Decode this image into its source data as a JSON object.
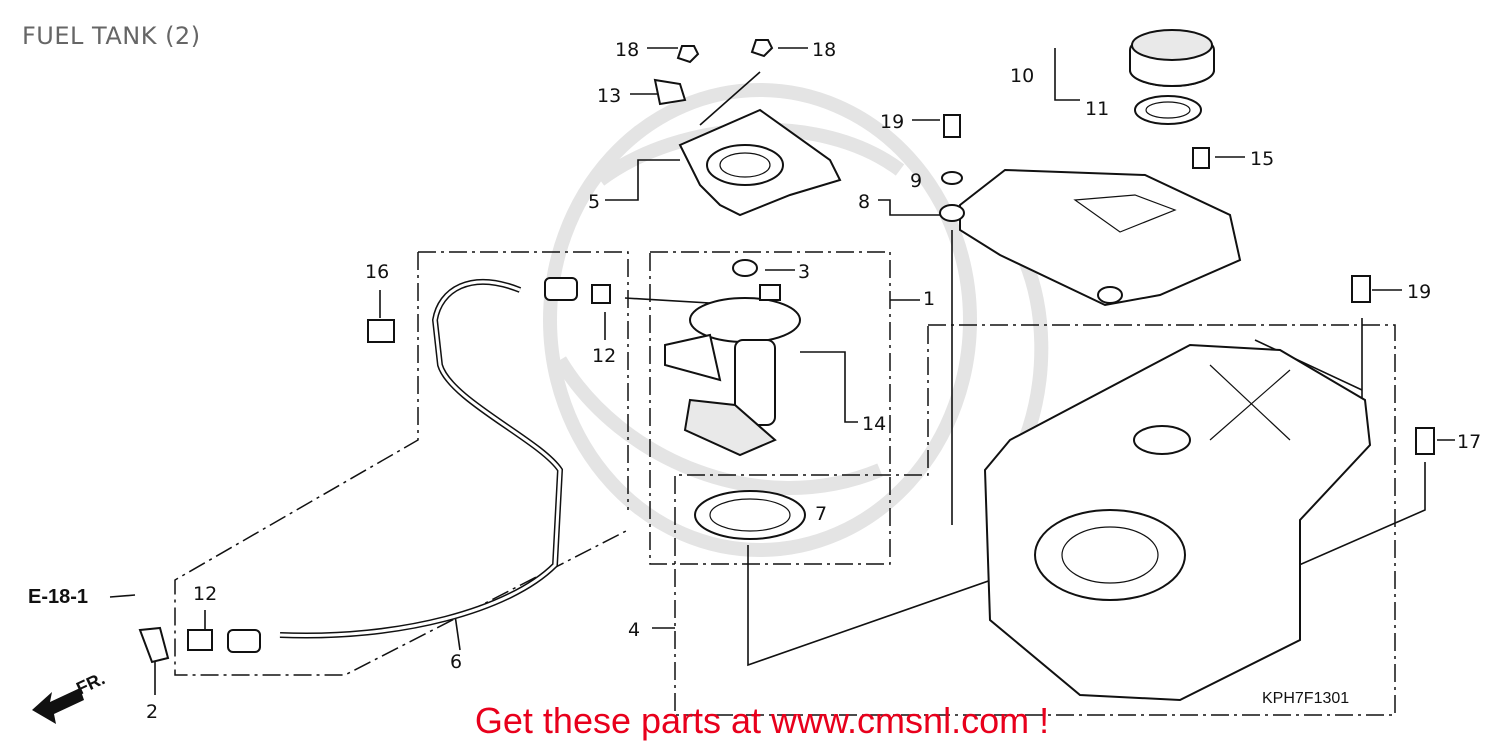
{
  "title": "FUEL TANK (2)",
  "diagram_code": "KPH7F1301",
  "promo_text": "Get these parts at www.cmsnl.com !",
  "reference": "E-18-1",
  "direction_marker": "FR.",
  "callouts": {
    "c1": "1",
    "c2": "2",
    "c3": "3",
    "c4": "4",
    "c5": "5",
    "c6": "6",
    "c7": "7",
    "c8": "8",
    "c9": "9",
    "c10": "10",
    "c11": "11",
    "c12a": "12",
    "c12b": "12",
    "c13": "13",
    "c14": "14",
    "c15": "15",
    "c16": "16",
    "c17": "17",
    "c18a": "18",
    "c18b": "18",
    "c19a": "19",
    "c19b": "19"
  },
  "colors": {
    "promo": "#e8001c",
    "title": "#666666",
    "line": "#111111",
    "watermark": "#e4e4e4"
  }
}
